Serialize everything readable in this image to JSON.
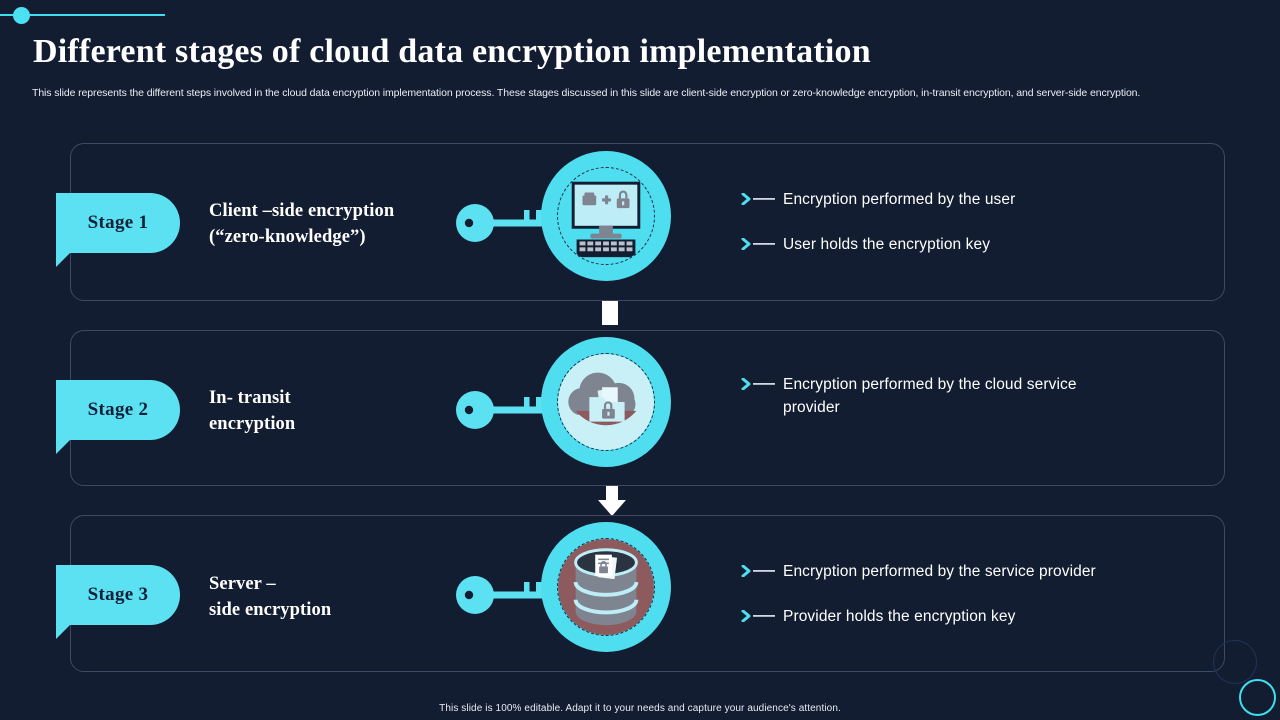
{
  "header": {
    "title": "Different stages of cloud data encryption implementation",
    "subtitle": "This slide represents the different steps involved in the cloud data encryption implementation process. These stages discussed in this slide are client-side encryption or zero-knowledge encryption, in-transit encryption, and server-side encryption."
  },
  "colors": {
    "background": "#131d31",
    "accent": "#5ce1f2",
    "accent_line": "#3ddff0",
    "card_border": "#3c4a63",
    "badge_text": "#102038",
    "text": "#ffffff",
    "arrow": "#ffffff",
    "icon_gray": "#7f8491"
  },
  "stages": [
    {
      "badge": "Stage 1",
      "title_line1": "Client –side encryption",
      "title_line2": "(“zero-knowledge”)",
      "icon_name": "desktop-lock-icon",
      "key_icon": "key-icon",
      "bullets": [
        "Encryption performed by the user",
        "User holds the encryption key"
      ]
    },
    {
      "badge": "Stage 2",
      "title_line1": "In- transit",
      "title_line2": "encryption",
      "icon_name": "cloud-folder-lock-icon",
      "key_icon": "key-icon",
      "bullets": [
        "Encryption performed by the cloud service provider"
      ]
    },
    {
      "badge": "Stage 3",
      "title_line1": "Server –",
      "title_line2": "side encryption",
      "icon_name": "database-documents-icon",
      "key_icon": "key-icon",
      "bullets": [
        "Encryption performed by the service provider",
        "Provider holds the encryption key"
      ]
    }
  ],
  "connectors": [
    {
      "icon_name": "down-arrow-icon"
    },
    {
      "icon_name": "down-arrow-icon"
    }
  ],
  "footer": {
    "note": "This slide is 100% editable.  Adapt it to your needs and capture your audience's attention."
  }
}
